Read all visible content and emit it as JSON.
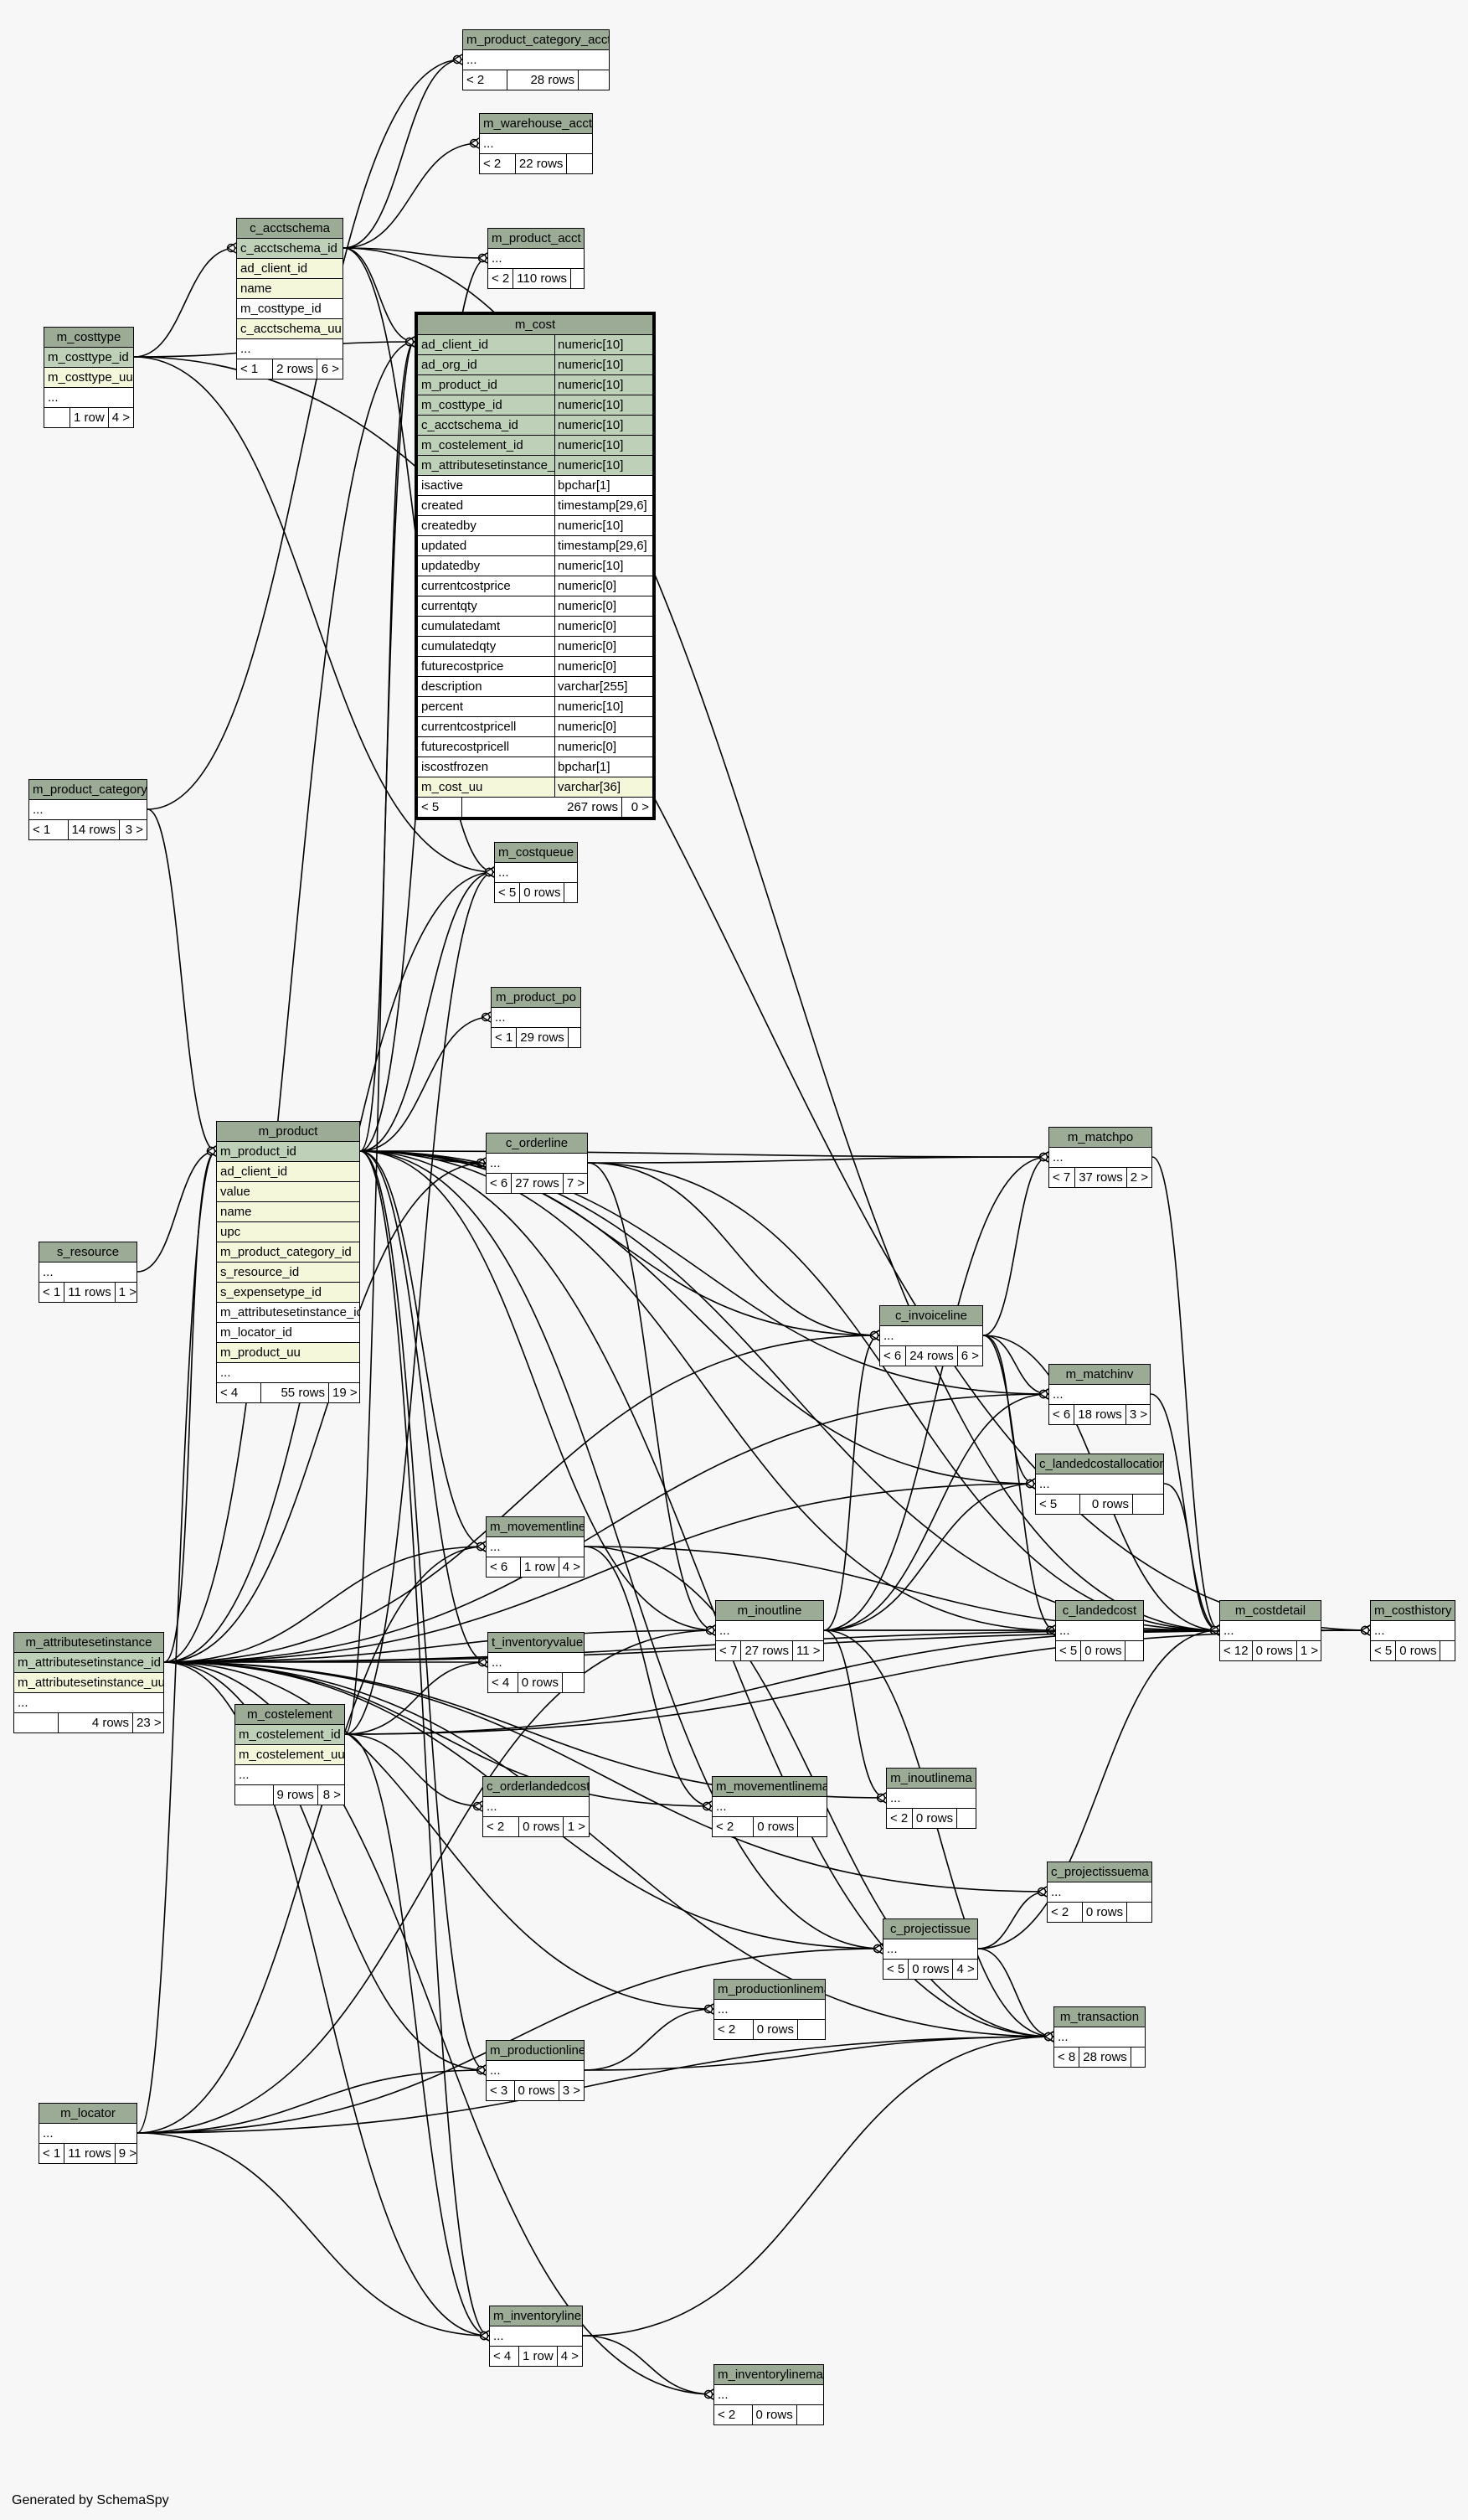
{
  "generator_note": "Generated by SchemaSpy",
  "colors": {
    "header": "#9bab96",
    "key_row": "#bed1b8",
    "indexed_row": "#f4f7da",
    "background": "#f7f7f7"
  },
  "tables": {
    "m_product_category_acct": {
      "name": "m_product_category_acct",
      "rows": [
        {
          "t": "plain",
          "c": "..."
        }
      ],
      "footer": [
        "< 2",
        "28 rows",
        ""
      ]
    },
    "m_warehouse_acct": {
      "name": "m_warehouse_acct",
      "rows": [
        {
          "t": "plain",
          "c": "..."
        }
      ],
      "footer": [
        "< 2",
        "22 rows",
        ""
      ]
    },
    "c_acctschema": {
      "name": "c_acctschema",
      "rows": [
        {
          "t": "pk",
          "c": "c_acctschema_id"
        },
        {
          "t": "idx",
          "c": "ad_client_id"
        },
        {
          "t": "idx",
          "c": "name"
        },
        {
          "t": "plain",
          "c": "m_costtype_id"
        },
        {
          "t": "idx",
          "c": "c_acctschema_uu"
        },
        {
          "t": "plain",
          "c": "..."
        }
      ],
      "footer": [
        "< 1",
        "2 rows",
        "6 >"
      ]
    },
    "m_product_acct": {
      "name": "m_product_acct",
      "rows": [
        {
          "t": "plain",
          "c": "..."
        }
      ],
      "footer": [
        "< 2",
        "110 rows",
        ""
      ]
    },
    "m_costtype": {
      "name": "m_costtype",
      "rows": [
        {
          "t": "pk",
          "c": "m_costtype_id"
        },
        {
          "t": "idx",
          "c": "m_costtype_uu"
        },
        {
          "t": "plain",
          "c": "..."
        }
      ],
      "footer": [
        "",
        "1 row",
        "4 >"
      ]
    },
    "m_cost": {
      "name": "m_cost",
      "rows": [
        {
          "t": "pk",
          "c": "ad_client_id",
          "d": "numeric[10]"
        },
        {
          "t": "pk",
          "c": "ad_org_id",
          "d": "numeric[10]"
        },
        {
          "t": "pk",
          "c": "m_product_id",
          "d": "numeric[10]"
        },
        {
          "t": "pk",
          "c": "m_costtype_id",
          "d": "numeric[10]"
        },
        {
          "t": "pk",
          "c": "c_acctschema_id",
          "d": "numeric[10]"
        },
        {
          "t": "pk",
          "c": "m_costelement_id",
          "d": "numeric[10]"
        },
        {
          "t": "pk",
          "c": "m_attributesetinstance_id",
          "d": "numeric[10]"
        },
        {
          "t": "plain",
          "c": "isactive",
          "d": "bpchar[1]"
        },
        {
          "t": "plain",
          "c": "created",
          "d": "timestamp[29,6]"
        },
        {
          "t": "plain",
          "c": "createdby",
          "d": "numeric[10]"
        },
        {
          "t": "plain",
          "c": "updated",
          "d": "timestamp[29,6]"
        },
        {
          "t": "plain",
          "c": "updatedby",
          "d": "numeric[10]"
        },
        {
          "t": "plain",
          "c": "currentcostprice",
          "d": "numeric[0]"
        },
        {
          "t": "plain",
          "c": "currentqty",
          "d": "numeric[0]"
        },
        {
          "t": "plain",
          "c": "cumulatedamt",
          "d": "numeric[0]"
        },
        {
          "t": "plain",
          "c": "cumulatedqty",
          "d": "numeric[0]"
        },
        {
          "t": "plain",
          "c": "futurecostprice",
          "d": "numeric[0]"
        },
        {
          "t": "plain",
          "c": "description",
          "d": "varchar[255]"
        },
        {
          "t": "plain",
          "c": "percent",
          "d": "numeric[10]"
        },
        {
          "t": "plain",
          "c": "currentcostpricell",
          "d": "numeric[0]"
        },
        {
          "t": "plain",
          "c": "futurecostpricell",
          "d": "numeric[0]"
        },
        {
          "t": "plain",
          "c": "iscostfrozen",
          "d": "bpchar[1]"
        },
        {
          "t": "idx",
          "c": "m_cost_uu",
          "d": "varchar[36]"
        }
      ],
      "footer": [
        "< 5",
        "267 rows",
        "0 >"
      ]
    },
    "m_product_category": {
      "name": "m_product_category",
      "rows": [
        {
          "t": "plain",
          "c": "..."
        }
      ],
      "footer": [
        "< 1",
        "14 rows",
        "3 >"
      ]
    },
    "m_costqueue": {
      "name": "m_costqueue",
      "rows": [
        {
          "t": "plain",
          "c": "..."
        }
      ],
      "footer": [
        "< 5",
        "0 rows",
        ""
      ]
    },
    "m_product_po": {
      "name": "m_product_po",
      "rows": [
        {
          "t": "plain",
          "c": "..."
        }
      ],
      "footer": [
        "< 1",
        "29 rows",
        ""
      ]
    },
    "c_orderline": {
      "name": "c_orderline",
      "rows": [
        {
          "t": "plain",
          "c": "..."
        }
      ],
      "footer": [
        "< 6",
        "27 rows",
        "7 >"
      ]
    },
    "m_matchpo": {
      "name": "m_matchpo",
      "rows": [
        {
          "t": "plain",
          "c": "..."
        }
      ],
      "footer": [
        "< 7",
        "37 rows",
        "2 >"
      ]
    },
    "m_product": {
      "name": "m_product",
      "rows": [
        {
          "t": "pk",
          "c": "m_product_id"
        },
        {
          "t": "idx",
          "c": "ad_client_id"
        },
        {
          "t": "idx",
          "c": "value"
        },
        {
          "t": "idx",
          "c": "name"
        },
        {
          "t": "idx",
          "c": "upc"
        },
        {
          "t": "idx",
          "c": "m_product_category_id"
        },
        {
          "t": "idx",
          "c": "s_resource_id"
        },
        {
          "t": "idx",
          "c": "s_expensetype_id"
        },
        {
          "t": "plain",
          "c": "m_attributesetinstance_id"
        },
        {
          "t": "plain",
          "c": "m_locator_id"
        },
        {
          "t": "idx",
          "c": "m_product_uu"
        },
        {
          "t": "plain",
          "c": "..."
        }
      ],
      "footer": [
        "< 4",
        "55 rows",
        "19 >"
      ]
    },
    "s_resource": {
      "name": "s_resource",
      "rows": [
        {
          "t": "plain",
          "c": "..."
        }
      ],
      "footer": [
        "< 1",
        "11 rows",
        "1 >"
      ]
    },
    "c_invoiceline": {
      "name": "c_invoiceline",
      "rows": [
        {
          "t": "plain",
          "c": "..."
        }
      ],
      "footer": [
        "< 6",
        "24 rows",
        "6 >"
      ]
    },
    "m_matchinv": {
      "name": "m_matchinv",
      "rows": [
        {
          "t": "plain",
          "c": "..."
        }
      ],
      "footer": [
        "< 6",
        "18 rows",
        "3 >"
      ]
    },
    "c_landedcostallocation": {
      "name": "c_landedcostallocation",
      "rows": [
        {
          "t": "plain",
          "c": "..."
        }
      ],
      "footer": [
        "< 5",
        "0 rows",
        ""
      ]
    },
    "m_movementline": {
      "name": "m_movementline",
      "rows": [
        {
          "t": "plain",
          "c": "..."
        }
      ],
      "footer": [
        "< 6",
        "1 row",
        "4 >"
      ]
    },
    "m_inoutline": {
      "name": "m_inoutline",
      "rows": [
        {
          "t": "plain",
          "c": "..."
        }
      ],
      "footer": [
        "< 7",
        "27 rows",
        "11 >"
      ]
    },
    "c_landedcost": {
      "name": "c_landedcost",
      "rows": [
        {
          "t": "plain",
          "c": "..."
        }
      ],
      "footer": [
        "< 5",
        "0 rows",
        ""
      ]
    },
    "m_costdetail": {
      "name": "m_costdetail",
      "rows": [
        {
          "t": "plain",
          "c": "..."
        }
      ],
      "footer": [
        "< 12",
        "0 rows",
        "1 >"
      ]
    },
    "m_costhistory": {
      "name": "m_costhistory",
      "rows": [
        {
          "t": "plain",
          "c": "..."
        }
      ],
      "footer": [
        "< 5",
        "0 rows",
        ""
      ]
    },
    "m_attributesetinstance": {
      "name": "m_attributesetinstance",
      "rows": [
        {
          "t": "pk",
          "c": "m_attributesetinstance_id"
        },
        {
          "t": "idx",
          "c": "m_attributesetinstance_uu"
        },
        {
          "t": "plain",
          "c": "..."
        }
      ],
      "footer": [
        "",
        "4 rows",
        "23 >"
      ]
    },
    "t_inventoryvalue": {
      "name": "t_inventoryvalue",
      "rows": [
        {
          "t": "plain",
          "c": "..."
        }
      ],
      "footer": [
        "< 4",
        "0 rows",
        ""
      ]
    },
    "m_costelement": {
      "name": "m_costelement",
      "rows": [
        {
          "t": "pk",
          "c": "m_costelement_id"
        },
        {
          "t": "idx",
          "c": "m_costelement_uu"
        },
        {
          "t": "plain",
          "c": "..."
        }
      ],
      "footer": [
        "",
        "9 rows",
        "8 >"
      ]
    },
    "c_orderlandedcost": {
      "name": "c_orderlandedcost",
      "rows": [
        {
          "t": "plain",
          "c": "..."
        }
      ],
      "footer": [
        "< 2",
        "0 rows",
        "1 >"
      ]
    },
    "m_movementlinema": {
      "name": "m_movementlinema",
      "rows": [
        {
          "t": "plain",
          "c": "..."
        }
      ],
      "footer": [
        "< 2",
        "0 rows",
        ""
      ]
    },
    "m_inoutlinema": {
      "name": "m_inoutlinema",
      "rows": [
        {
          "t": "plain",
          "c": "..."
        }
      ],
      "footer": [
        "< 2",
        "0 rows",
        ""
      ]
    },
    "c_projectissuema": {
      "name": "c_projectissuema",
      "rows": [
        {
          "t": "plain",
          "c": "..."
        }
      ],
      "footer": [
        "< 2",
        "0 rows",
        ""
      ]
    },
    "c_projectissue": {
      "name": "c_projectissue",
      "rows": [
        {
          "t": "plain",
          "c": "..."
        }
      ],
      "footer": [
        "< 5",
        "0 rows",
        "4 >"
      ]
    },
    "m_productionlinema": {
      "name": "m_productionlinema",
      "rows": [
        {
          "t": "plain",
          "c": "..."
        }
      ],
      "footer": [
        "< 2",
        "0 rows",
        ""
      ]
    },
    "m_transaction": {
      "name": "m_transaction",
      "rows": [
        {
          "t": "plain",
          "c": "..."
        }
      ],
      "footer": [
        "< 8",
        "28 rows",
        ""
      ]
    },
    "m_productionline": {
      "name": "m_productionline",
      "rows": [
        {
          "t": "plain",
          "c": "..."
        }
      ],
      "footer": [
        "< 3",
        "0 rows",
        "3 >"
      ]
    },
    "m_locator": {
      "name": "m_locator",
      "rows": [
        {
          "t": "plain",
          "c": "..."
        }
      ],
      "footer": [
        "< 1",
        "11 rows",
        "9 >"
      ]
    },
    "m_inventoryline": {
      "name": "m_inventoryline",
      "rows": [
        {
          "t": "plain",
          "c": "..."
        }
      ],
      "footer": [
        "< 4",
        "1 row",
        "4 >"
      ]
    },
    "m_inventorylinema": {
      "name": "m_inventorylinema",
      "rows": [
        {
          "t": "plain",
          "c": "..."
        }
      ],
      "footer": [
        "< 2",
        "0 rows",
        ""
      ]
    }
  }
}
